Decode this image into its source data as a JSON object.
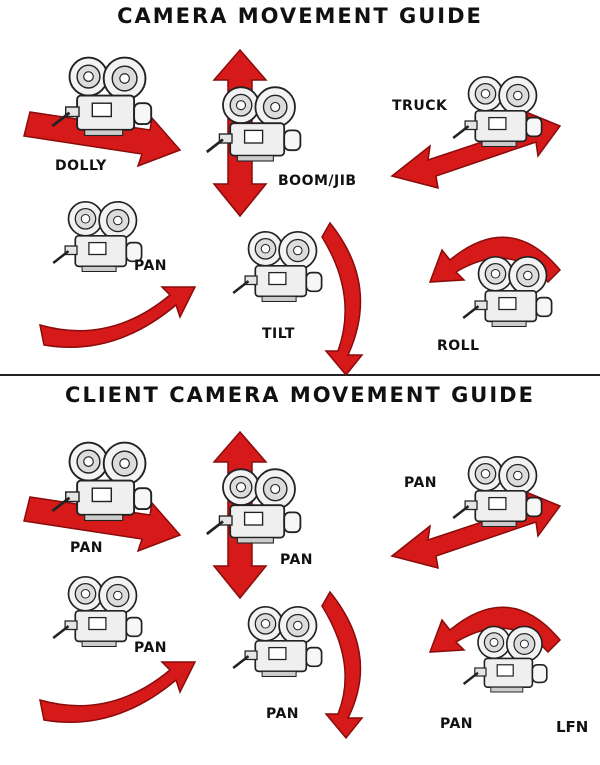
{
  "guides": [
    {
      "title": "CAMERA MOVEMENT GUIDE",
      "cells": [
        {
          "id": "dolly",
          "label": "DOLLY"
        },
        {
          "id": "boom",
          "label": "BOOM/JIB"
        },
        {
          "id": "truck",
          "label": "TRUCK"
        },
        {
          "id": "pan",
          "label": "PAN"
        },
        {
          "id": "tilt",
          "label": "TILT"
        },
        {
          "id": "roll",
          "label": "ROLL"
        }
      ]
    },
    {
      "title": "CLIENT CAMERA MOVEMENT GUIDE",
      "cells": [
        {
          "id": "dolly",
          "label": "PAN"
        },
        {
          "id": "boom",
          "label": "PAN"
        },
        {
          "id": "truck",
          "label": "PAN"
        },
        {
          "id": "pan",
          "label": "PAN"
        },
        {
          "id": "tilt",
          "label": "PAN"
        },
        {
          "id": "roll",
          "label": "PAN"
        }
      ]
    }
  ],
  "logo": "LFN",
  "colors": {
    "arrow": "#d61a1a",
    "arrow_dark": "#9e0e0e",
    "camera_fill": "#f2f2f2",
    "camera_stroke": "#222222"
  }
}
